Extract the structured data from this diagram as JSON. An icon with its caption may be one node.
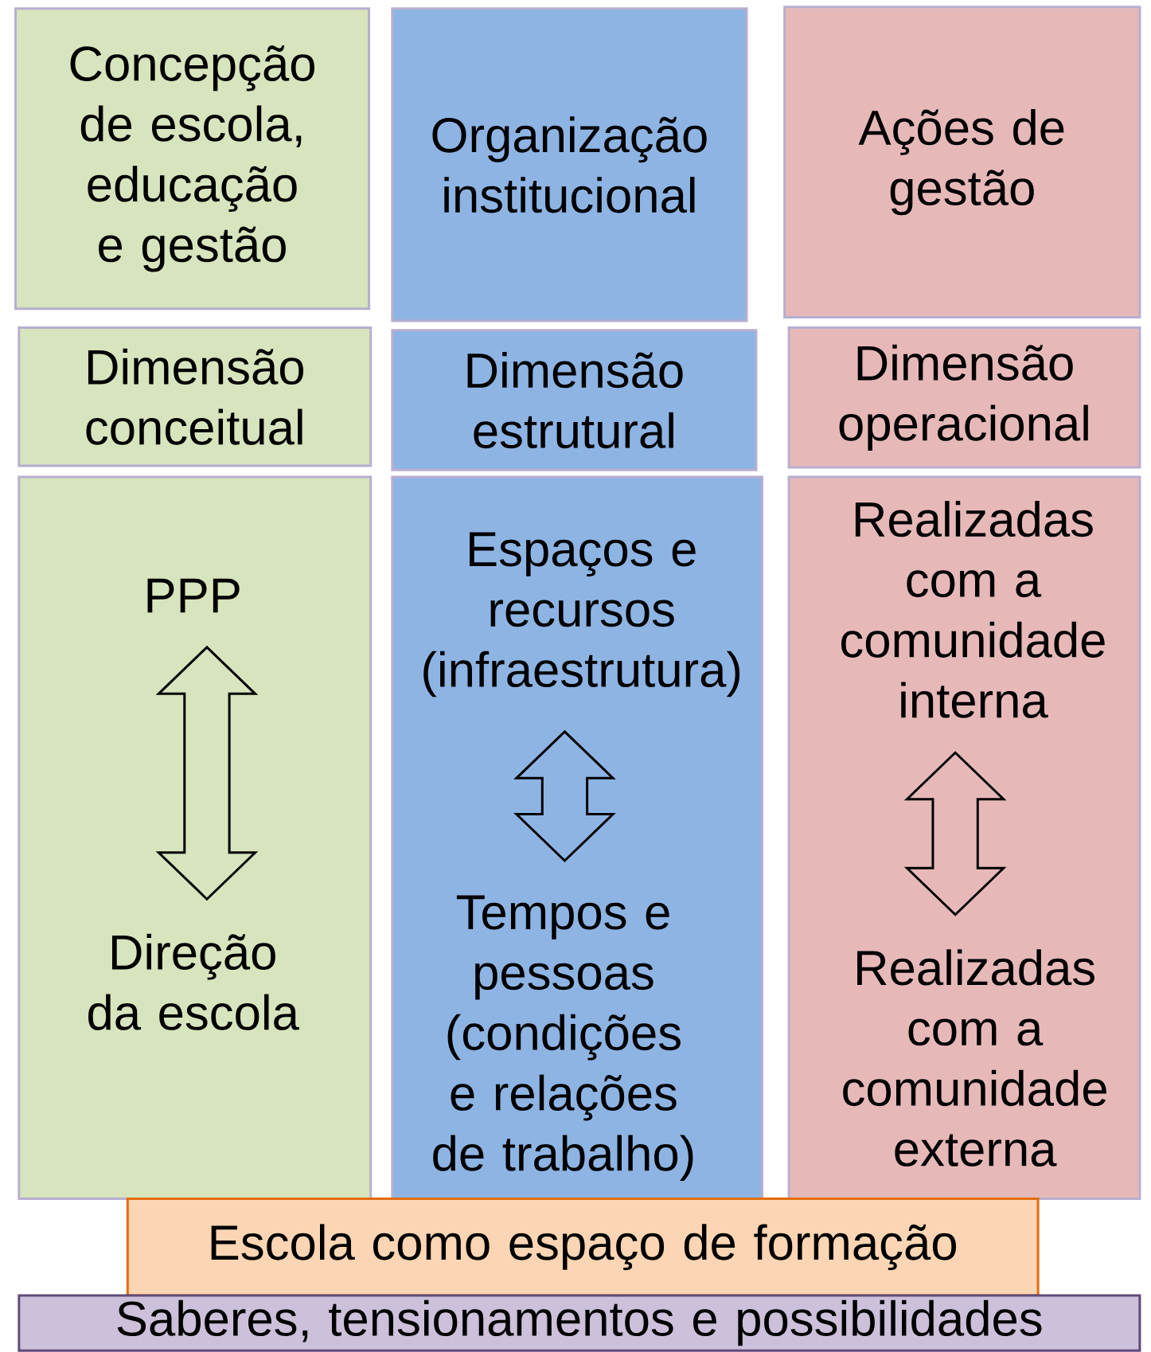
{
  "diagram": {
    "nodes": [
      {
        "text": [
          "Concepção de escola, educação e gestão"
        ]
      },
      {
        "text": [
          "Organização institucional"
        ]
      },
      {
        "text": [
          "Ações de gestão"
        ]
      },
      {
        "text": [
          "Dimensão conceitual"
        ]
      },
      {
        "text": [
          "Dimensão estrutural"
        ]
      },
      {
        "text": [
          "Dimensão operacional"
        ]
      },
      {
        "text": [],
        "shape": "box"
      },
      {
        "text": [
          "PPP"
        ],
        "in": 6
      },
      {
        "text": [
          "Direção da escola"
        ],
        "in": 6
      },
      {
        "text": [],
        "shape": "box"
      },
      {
        "text": [
          "Espaços e recursos (infraestrutura)"
        ],
        "in": 9
      },
      {
        "text": [
          "Tempos e pessoas (condições e relações de trabalho)"
        ],
        "in": 9
      },
      {
        "text": [],
        "shape": "box"
      },
      {
        "text": [
          "Realizadas com a comunidade interna"
        ],
        "in": 12
      },
      {
        "text": [
          "Realizadas com a comunidade externa"
        ],
        "in": 12
      },
      {
        "text": [
          "Escola como espaço de formação"
        ]
      },
      {
        "text": [
          "Saberes, tensionamentos e possibilidades"
        ]
      }
    ],
    "edges": [
      {
        "from": 7,
        "to": 8,
        "arrow": "both"
      },
      {
        "from": 10,
        "to": 11,
        "arrow": "both"
      },
      {
        "from": 13,
        "to": 14,
        "arrow": "both"
      }
    ]
  }
}
